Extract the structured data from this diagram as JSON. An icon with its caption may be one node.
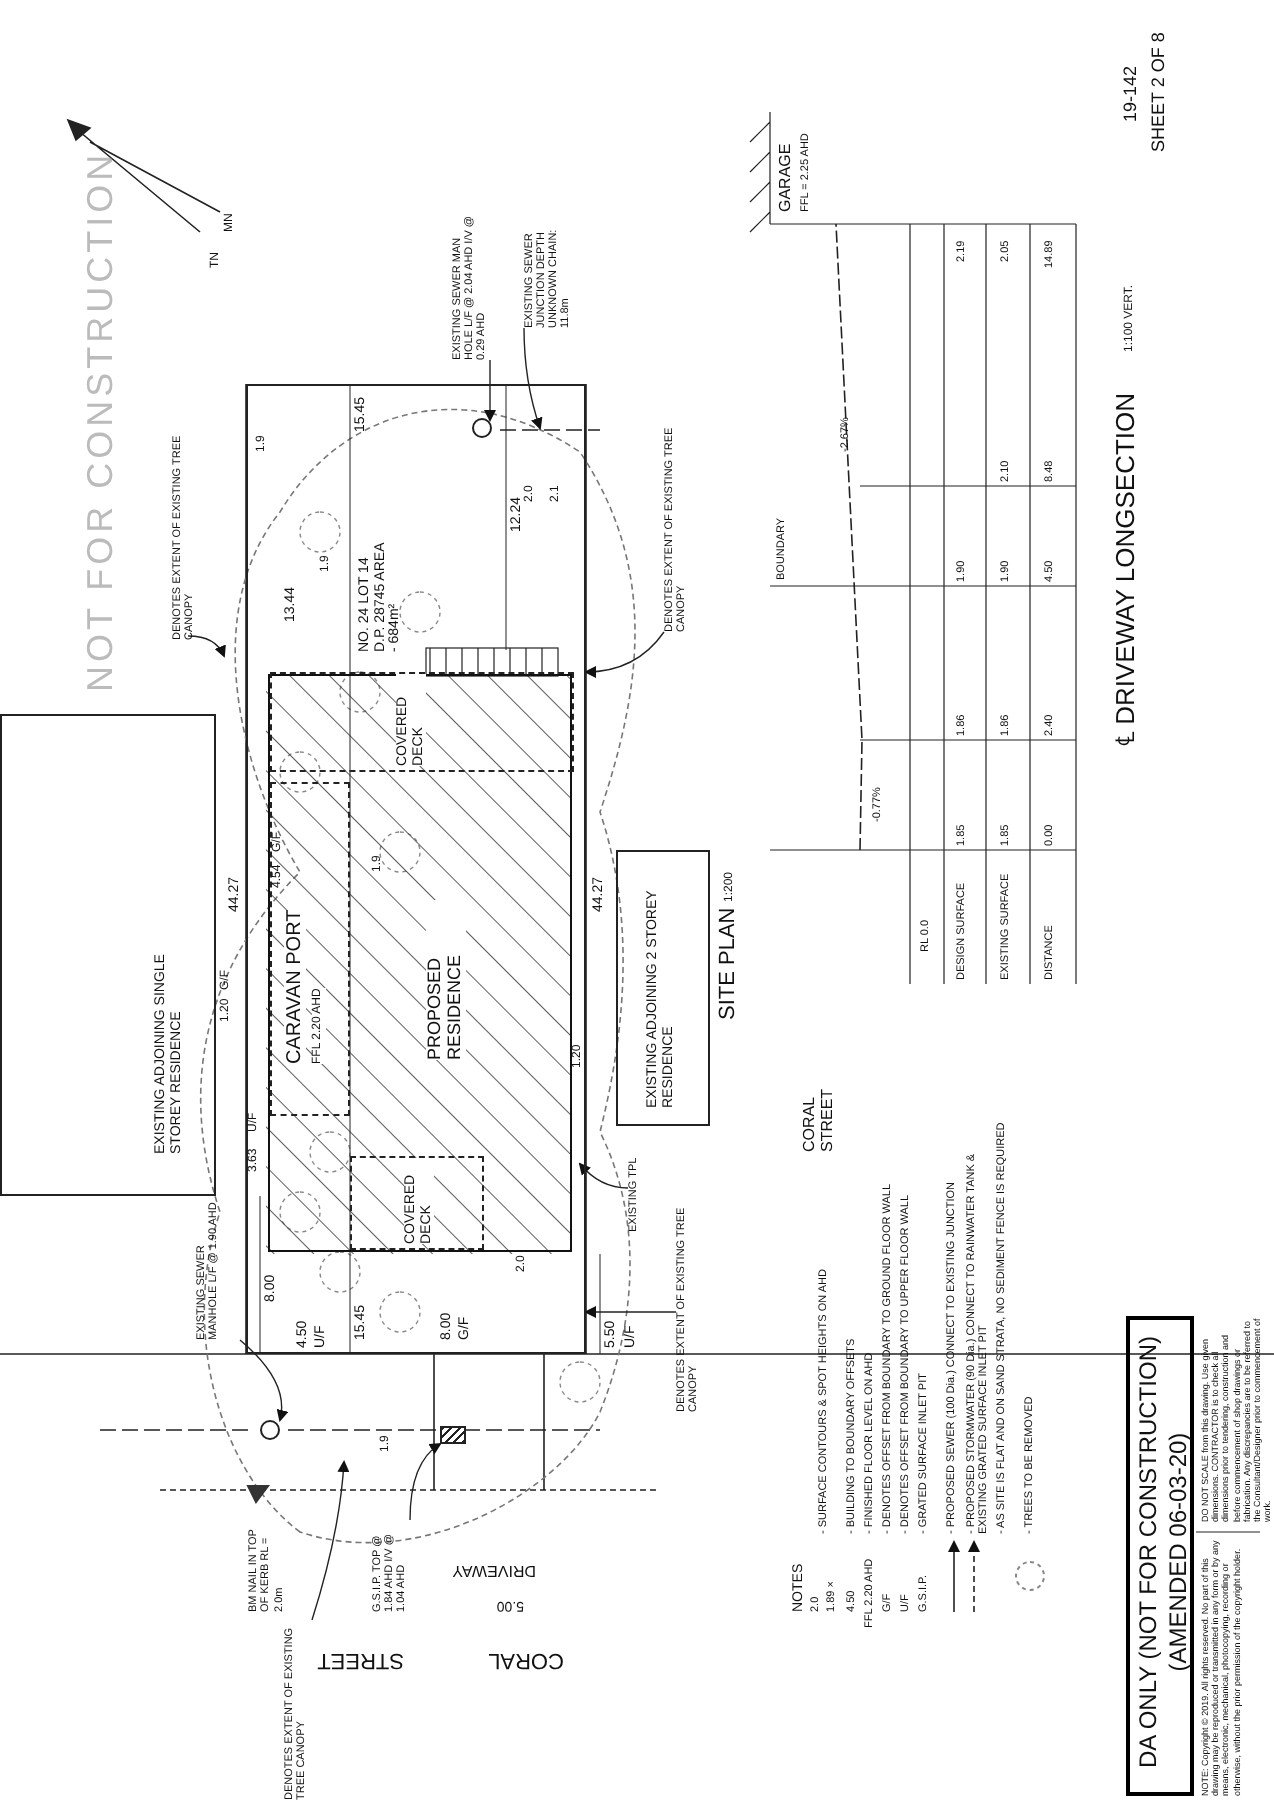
{
  "diagram": {
    "nodes": [
      {
        "text": [
          "NO. 24 LOT 14 D.P. 28745 AREA - 684m²"
        ]
      },
      {
        "text": [
          "PROPOSED RESIDENCE"
        ],
        "in": 0
      },
      {
        "text": [
          "CARAVAN PORT",
          "FFL 2.20 AHD"
        ],
        "in": 1
      },
      {
        "text": [
          "COVERED DECK"
        ],
        "in": 1
      },
      {
        "text": [
          "COVERED DECK"
        ],
        "in": 1
      },
      {
        "text": [
          "EXISTING ADJOINING SINGLE STOREY RESIDENCE"
        ]
      },
      {
        "text": [
          "EXISTING ADJOINING 2 STOREY RESIDENCE"
        ]
      },
      {
        "text": [
          "DA ONLY (NOT FOR CONSTRUCTION)",
          "(AMENDED 06-03-20)"
        ]
      },
      {
        "text": [
          "EXISTING SEWER MANHOLE L/F @ 1.90 AHD"
        ]
      },
      {
        "text": [],
        "shape": "circle"
      },
      {
        "text": [
          "EXISTING SEWER MAN HOLE L/F @ 2.04 AHD I/V @ 0.29 AHD"
        ]
      },
      {
        "text": [],
        "shape": "circle",
        "in": 0
      },
      {
        "text": [
          "EXISTING SEWER JUNCTION DEPTH UNKNOWN CHAIN: 11.8m"
        ]
      },
      {
        "text": [
          "G.S.I.P. TOP @ 1.84 AHD I/V @ 1.04 AHD"
        ]
      },
      {
        "text": [],
        "shape": "box"
      },
      {
        "text": [
          "DENOTES EXTENT OF EXISTING TREE CANOPY"
        ]
      },
      {
        "text": [
          "DENOTES EXTENT OF EXISTING TREE CANOPY"
        ]
      },
      {
        "text": [
          "DENOTES EXTENT OF EXISTING TREE CANOPY"
        ]
      },
      {
        "text": [
          "DENOTES EXTENT OF EXISTING TREE CANOPY"
        ]
      },
      {
        "text": [
          "EXISTING TPL"
        ]
      }
    ],
    "edges": [
      {
        "from": 8,
        "to": 9,
        "arrow": "to"
      },
      {
        "from": 10,
        "to": 11,
        "arrow": "to"
      },
      {
        "from": 12,
        "to": 0,
        "arrow": "to"
      },
      {
        "from": 13,
        "to": 14,
        "arrow": "to"
      },
      {
        "from": 15,
        "to": null,
        "arrow": "to"
      },
      {
        "from": 16,
        "to": 0,
        "arrow": "to"
      },
      {
        "from": 17,
        "to": 0,
        "arrow": "to"
      },
      {
        "from": 18,
        "to": null,
        "arrow": "to"
      },
      {
        "from": 19,
        "to": null,
        "arrow": "to"
      }
    ],
    "labels": [
      "NOT FOR CONSTRUCTION",
      "15.45",
      "15.45",
      "44.27",
      "44.27",
      "13.44",
      "12.24",
      "8.00",
      "4.50",
      "U/F",
      "8.00",
      "G/F",
      "5.50",
      "U/F",
      "4.54",
      "G/F",
      "3.63",
      "U/F",
      "1.20",
      "G/F",
      "1.20",
      "1.9",
      "1.9",
      "1.9",
      "2.0",
      "2.1",
      "2.0",
      "1.9",
      "STREET",
      "CORAL",
      "DRIVEWAY",
      "5.00",
      "BM NAIL IN TOP OF KERB RL = 2.0m",
      "SITE PLAN",
      "1:200",
      "CORAL STREET",
      "RL 0.0",
      "DESIGN SURFACE",
      "EXISTING SURFACE",
      "DISTANCE",
      "-0.77%",
      "-2.67%",
      "BOUNDARY",
      "GARAGE",
      "FFL = 2.25 AHD",
      "1.85",
      "1.85",
      "0.00",
      "1.86",
      "1.86",
      "2.40",
      "1.90",
      "1.90",
      "4.50",
      "2.10",
      "8.48",
      "2.19",
      "2.05",
      "14.89",
      "℄ DRIVEWAY LONGSECTION",
      "1:100 VERT.",
      "19-142",
      "SHEET 2 OF 8",
      "TN",
      "MN",
      "NOTES",
      "2.0",
      "1.89 ×",
      "- SURFACE CONTOURS & SPOT HEIGHTS ON AHD",
      "4.50",
      "- BUILDING TO BOUNDARY OFFSETS",
      "FFL 2.20 AHD",
      "- FINISHED FLOOR LEVEL ON AHD",
      "G/F",
      "- DENOTES OFFSET FROM BOUNDARY TO GROUND FLOOR WALL",
      "U/F",
      "- DENOTES OFFSET FROM BOUNDARY TO UPPER FLOOR WALL",
      "G.S.I.P.",
      "- GRATED SURFACE INLET PIT",
      "- PROPOSED SEWER (100 Dia.) CONNECT TO EXISTING JUNCTION",
      "- PROPOSED STORMWATER (90 Dia.) CONNECT TO RAINWATER TANK & EXISTING GRATED SURFACE INLET PIT",
      "- AS SITE IS FLAT AND ON SAND STRATA, NO SEDIMENT FENCE IS REQUIRED",
      "- TREES TO BE REMOVED",
      "NOTE: Copyright © 2019. All rights reserved. No part of this drawing may be reproduced or transmitted in any form or by any means, electronic, mechanical, photocopying, recording or otherwise, without the prior permission of the copyright holder.",
      "DO NOT SCALE from this drawing. Use given dimensions. CONTRACTOR is to check all dimensions prior to tendering, construction and before commencement of shop drawings or fabrication. Any discrepancies are to be referred to the Consultant/Designer prior to commencement of work."
    ]
  }
}
